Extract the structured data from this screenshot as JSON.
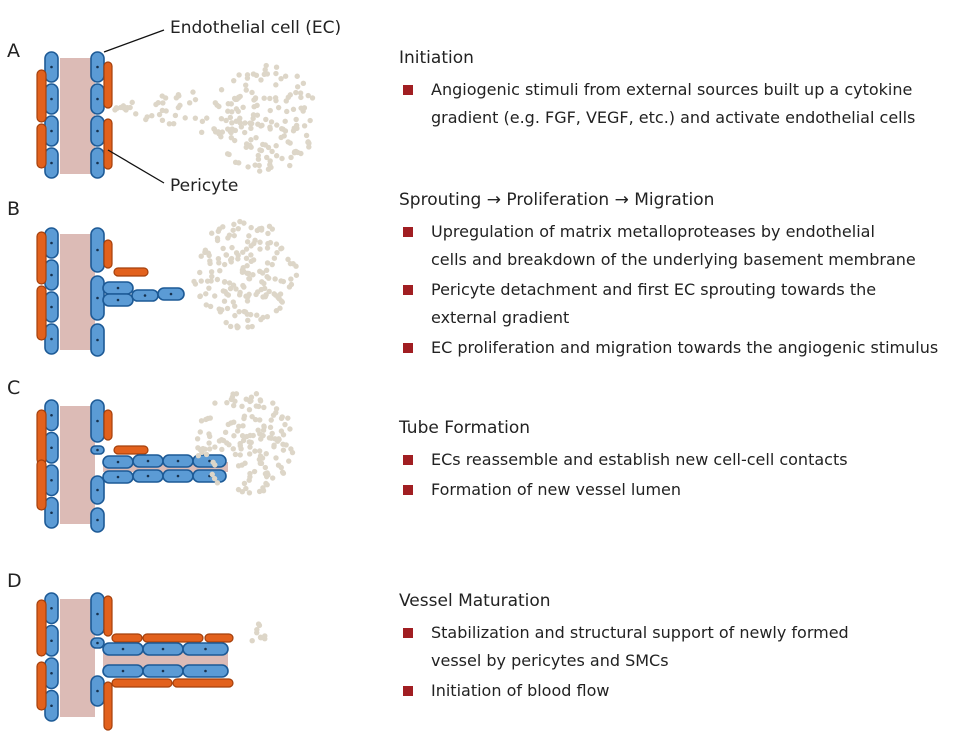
{
  "labels": {
    "endothelial_cell": "Endothelial cell (EC)",
    "pericyte": "Pericyte"
  },
  "colors": {
    "endothelial_fill": "#5b9bd5",
    "endothelial_stroke": "#1d5a96",
    "pericyte_fill": "#e2611d",
    "pericyte_stroke": "#a5400c",
    "lumen": "#dcbbb6",
    "stimulus_dots": "#ddd6c8",
    "bullet": "#a11e22"
  },
  "panels": [
    {
      "letter": "A",
      "title": "Initiation",
      "bullets": [
        [
          "Angiogenic stimuli from external sources built up a cytokine",
          "gradient (e.g. FGF, VEGF, etc.) and activate endothelial cells"
        ]
      ]
    },
    {
      "letter": "B",
      "title": "Sprouting → Proliferation → Migration",
      "bullets": [
        [
          "Upregulation of matrix metalloproteases by endothelial",
          "cells and breakdown of the underlying basement membrane"
        ],
        [
          "Pericyte detachment and first EC sprouting towards the",
          "external gradient"
        ],
        [
          "EC proliferation and migration towards the angiogenic stimulus"
        ]
      ]
    },
    {
      "letter": "C",
      "title": "Tube Formation",
      "bullets": [
        [
          "ECs reassemble and establish new cell-cell contacts"
        ],
        [
          "Formation of new vessel lumen"
        ]
      ]
    },
    {
      "letter": "D",
      "title": "Vessel Maturation",
      "bullets": [
        [
          "Stabilization and structural support of newly formed",
          "vessel by pericytes and SMCs"
        ],
        [
          "Initiation of blood flow"
        ]
      ]
    }
  ]
}
